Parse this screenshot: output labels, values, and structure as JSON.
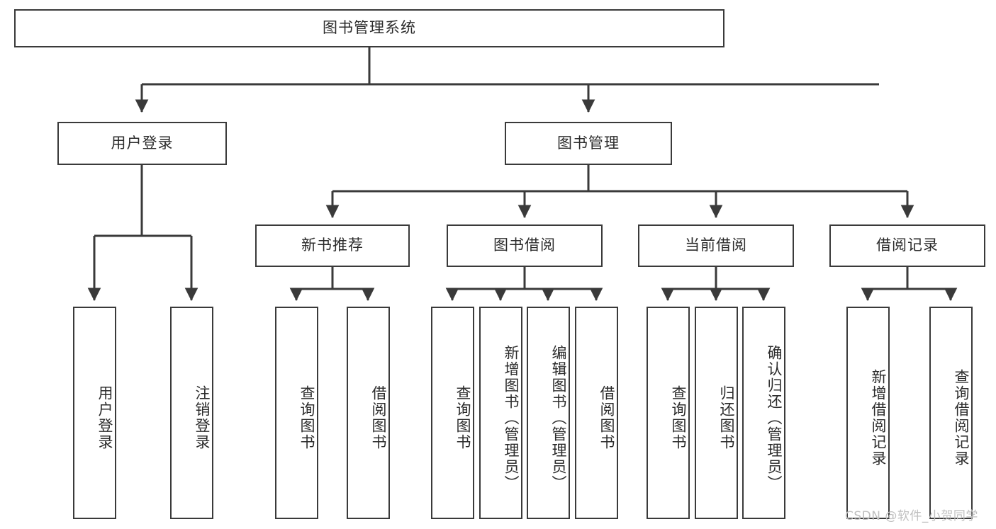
{
  "diagram": {
    "title": "图书管理系统",
    "type": "hierarchy-tree",
    "watermark": "CSDN @软件_小贺同学",
    "colors": {
      "stroke": "#3a3a3a",
      "text": "#2b2b2b",
      "background": "#ffffff",
      "watermark": "#bfbfbf"
    },
    "levels": {
      "root": {
        "label": "图书管理系统"
      },
      "level2": [
        {
          "label": "用户登录"
        },
        {
          "label": "图书管理"
        }
      ],
      "level3": [
        {
          "label": "新书推荐"
        },
        {
          "label": "图书借阅"
        },
        {
          "label": "当前借阅"
        },
        {
          "label": "借阅记录"
        }
      ],
      "level4": {
        "用户登录": [
          {
            "label": "用户登录"
          },
          {
            "label": "注销登录"
          }
        ],
        "新书推荐": [
          {
            "label": "查询图书"
          },
          {
            "label": "借阅图书"
          }
        ],
        "图书借阅": [
          {
            "label": "查询图书"
          },
          {
            "label": "新增图书（管理员）"
          },
          {
            "label": "编辑图书（管理员）"
          },
          {
            "label": "借阅图书"
          }
        ],
        "当前借阅": [
          {
            "label": "查询图书"
          },
          {
            "label": "归还图书"
          },
          {
            "label": "确认归还（管理员）"
          }
        ],
        "借阅记录": [
          {
            "label": "新增借阅记录"
          },
          {
            "label": "查询借阅记录"
          }
        ]
      }
    }
  }
}
